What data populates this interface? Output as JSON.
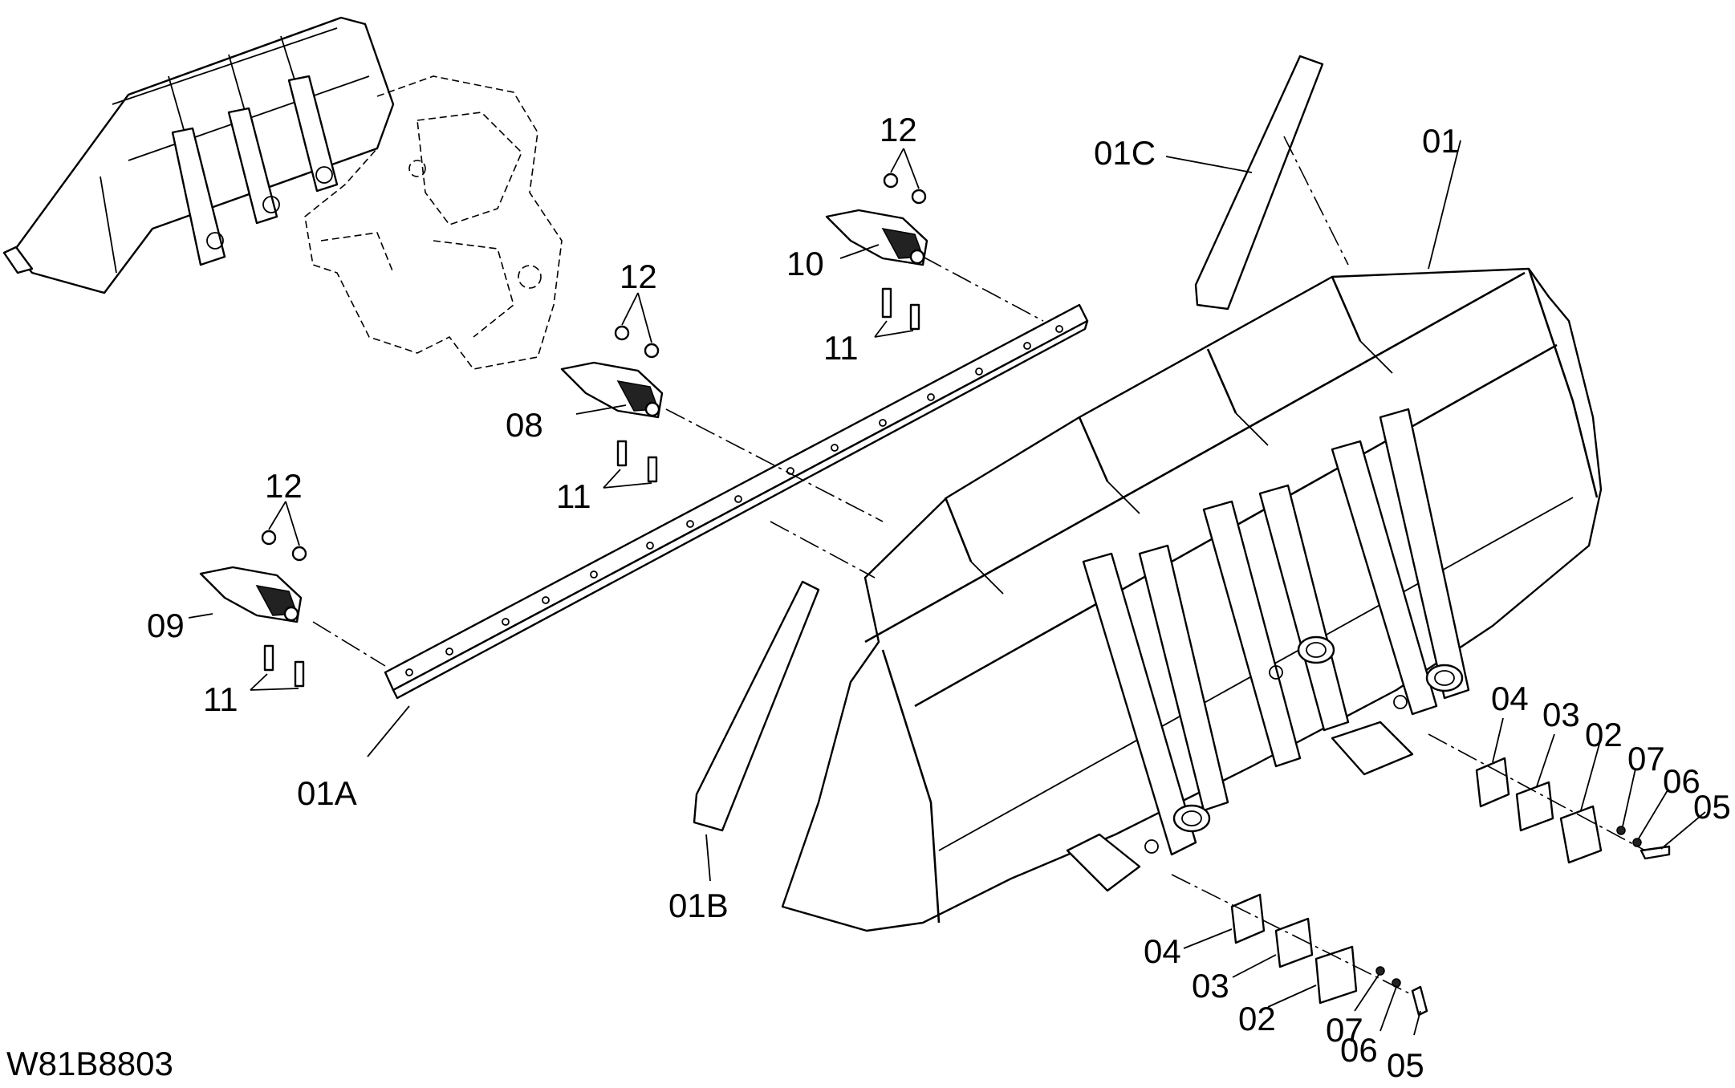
{
  "drawing_id": "W81B8803",
  "callouts": {
    "c01": "01",
    "c01A": "01A",
    "c01B": "01B",
    "c01C": "01C",
    "c02": "02",
    "c03": "03",
    "c04": "04",
    "c05": "05",
    "c06": "06",
    "c07": "07",
    "c08": "08",
    "c09": "09",
    "c10": "10",
    "c11": "11",
    "c12": "12"
  }
}
